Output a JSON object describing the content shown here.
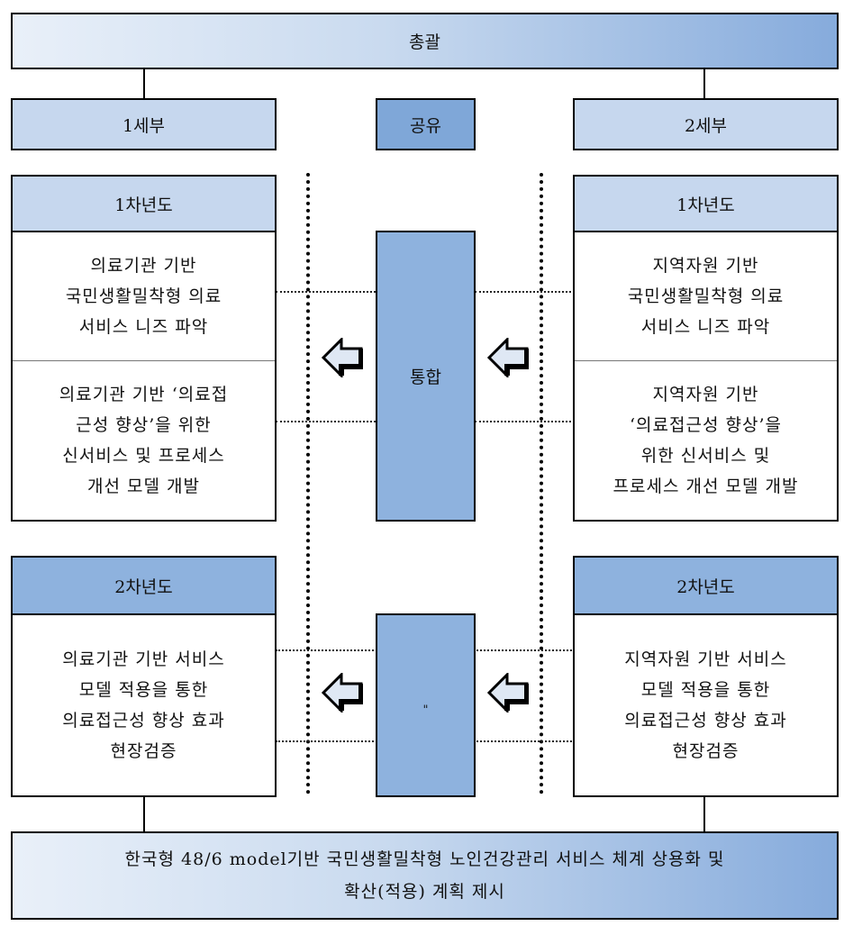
{
  "top": {
    "label": "총괄"
  },
  "columns": {
    "left": {
      "label": "1세부"
    },
    "center": {
      "label": "공유"
    },
    "right": {
      "label": "2세부"
    }
  },
  "year1": {
    "left": {
      "header": "1차년도",
      "item1": "의료기관 기반\n국민생활밀착형 의료\n서비스 니즈 파악",
      "item2": "의료기관 기반 ‘의료접\n근성 향상’을 위한\n신서비스 및 프로세스\n개선 모델 개발"
    },
    "right": {
      "header": "1차년도",
      "item1": "지역자원 기반\n국민생활밀착형 의료\n서비스 니즈 파악",
      "item2": "지역자원 기반\n‘의료접근성 향상’을\n위한 신서비스 및\n프로세스 개선 모델 개발"
    },
    "center": {
      "label": "통합"
    }
  },
  "year2": {
    "left": {
      "header": "2차년도",
      "item1": "의료기관 기반 서비스\n모델 적용을 통한\n의료접근성 향상 효과\n현장검증"
    },
    "right": {
      "header": "2차년도",
      "item1": "지역자원 기반 서비스\n모델 적용을 통한\n의료접근성 향상 효과\n현장검증"
    },
    "center": {
      "label": "\""
    }
  },
  "bottom": {
    "label": "한국형 48/6 model기반 국민생활밀착형 노인건강관리 서비스 체계 상용화 및\n확산(적용) 계획 제시"
  },
  "colors": {
    "light_blue": "#c6d7ee",
    "mid_blue": "#8eb2de",
    "dark_blue": "#7fa7d8",
    "arrow_fill": "#dfe8f4"
  },
  "icons": {
    "arrow": "left-arrow-icon"
  }
}
